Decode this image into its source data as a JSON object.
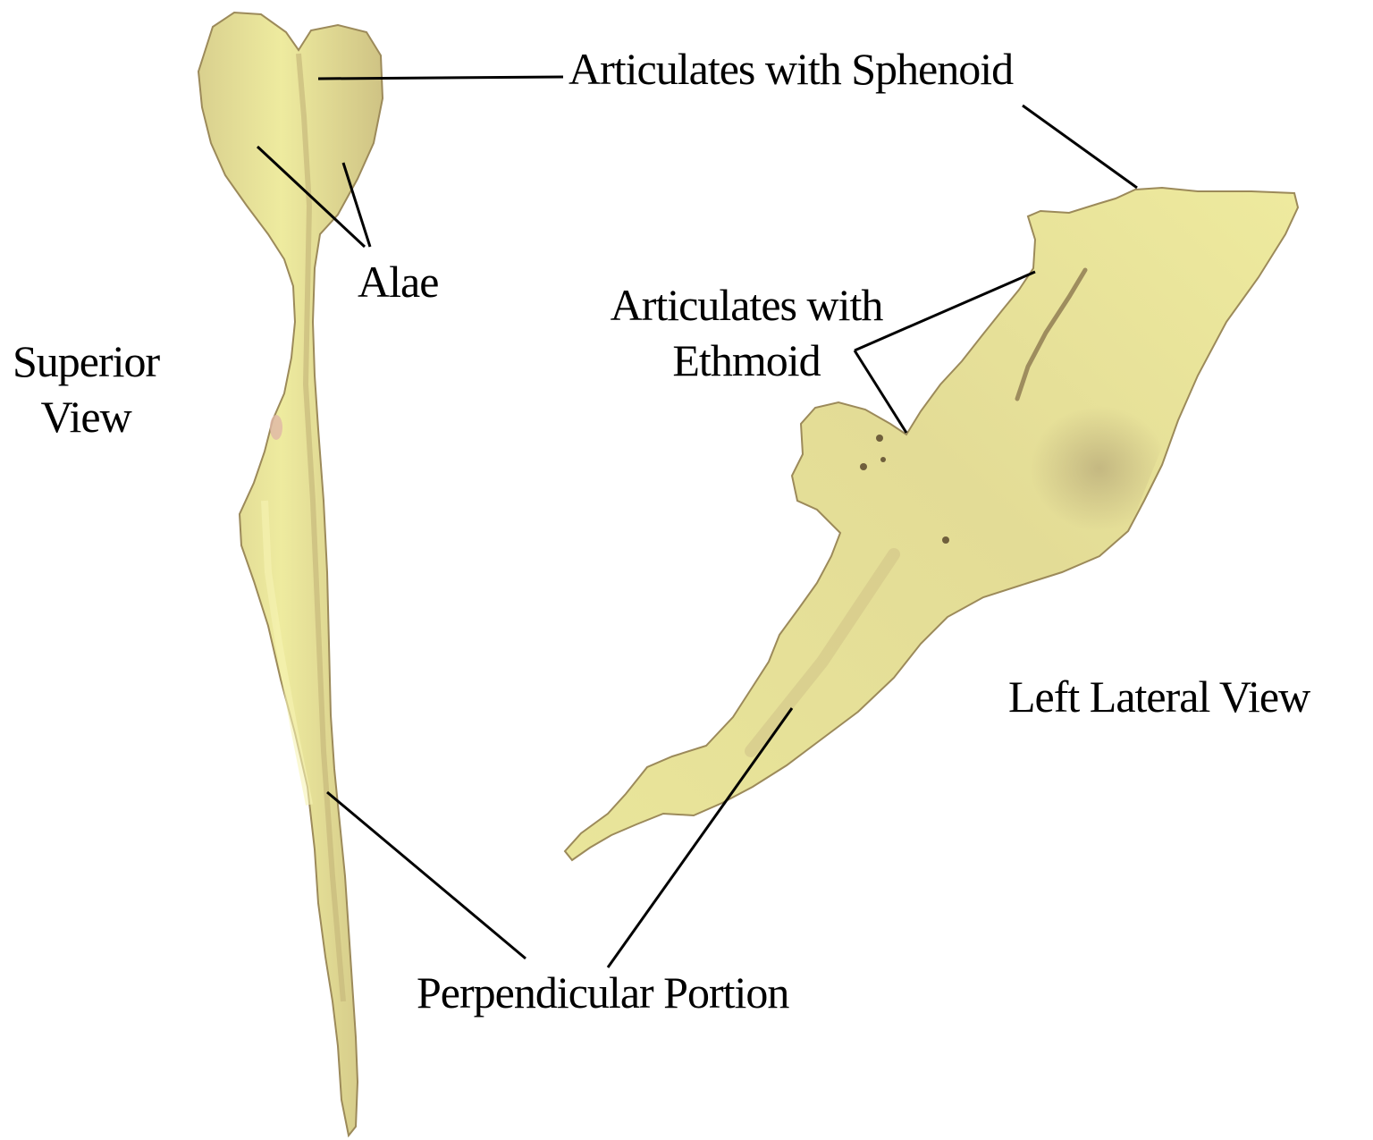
{
  "labels": {
    "articulates_sphenoid": "Articulates with Sphenoid",
    "alae": "Alae",
    "superior_view_line1": "Superior",
    "superior_view_line2": "View",
    "articulates_ethmoid_line1": "Articulates with",
    "articulates_ethmoid_line2": "Ethmoid",
    "left_lateral_view": "Left Lateral View",
    "perpendicular_portion": "Perpendicular Portion"
  },
  "colors": {
    "bone": "#e6e39a",
    "bone_light": "#f1ef9e",
    "bone_shadow": "#c9bd86",
    "outline": "#8c7a52",
    "leader_line": "#000000"
  }
}
